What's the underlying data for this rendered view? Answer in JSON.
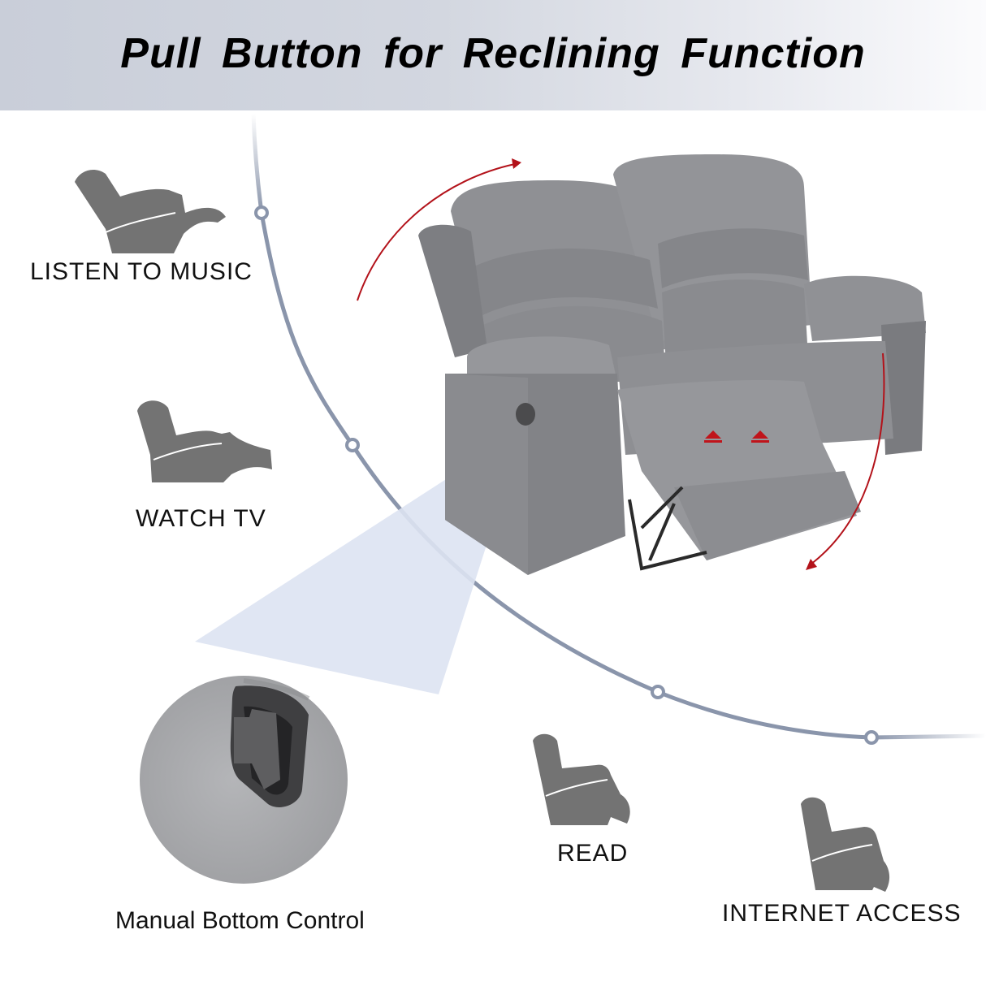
{
  "banner": {
    "title": "Pull Button for Reclining Function"
  },
  "modes": [
    {
      "label": "LISTEN TO MUSIC",
      "icon": "recliner-full-recline-icon"
    },
    {
      "label": "WATCH TV",
      "icon": "recliner-partial-recline-icon"
    },
    {
      "label": "READ",
      "icon": "recliner-footrest-up-icon"
    },
    {
      "label": "INTERNET ACCESS",
      "icon": "recliner-upright-icon"
    }
  ],
  "detail": {
    "caption": "Manual Bottom Control"
  },
  "colors": {
    "banner_left": "#c9ced9",
    "banner_right": "#fbfbfd",
    "timeline": "#8a95ab",
    "icon_gray": "#737373",
    "sofa_gray": "#8c8d90",
    "accent_red": "#c0141b",
    "spotlight": "#dfe4f2"
  }
}
